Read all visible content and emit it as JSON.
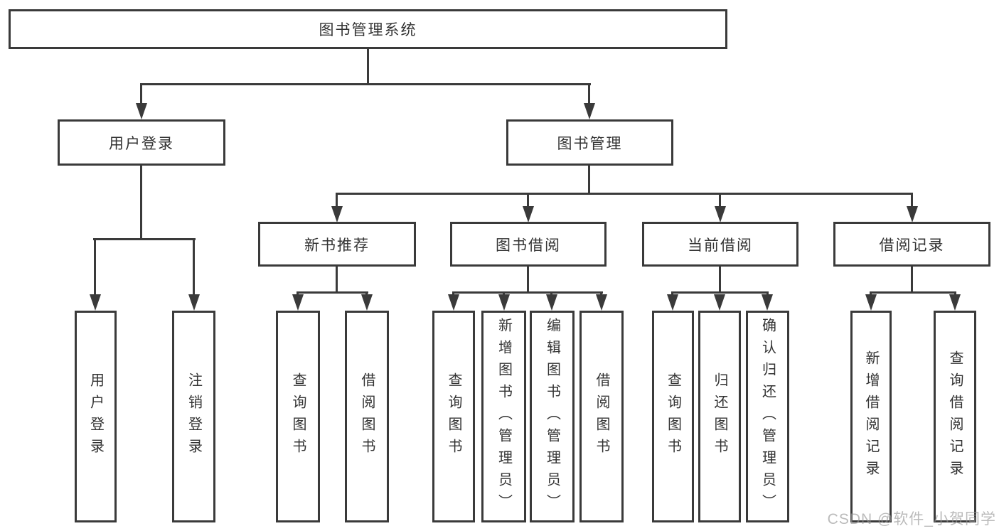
{
  "diagram": {
    "root": {
      "label": "图书管理系统"
    },
    "level2": [
      {
        "label": "用户登录"
      },
      {
        "label": "图书管理"
      }
    ],
    "level3": [
      {
        "label": "新书推荐"
      },
      {
        "label": "图书借阅"
      },
      {
        "label": "当前借阅"
      },
      {
        "label": "借阅记录"
      }
    ],
    "leaves": [
      {
        "label": "用户登录"
      },
      {
        "label": "注销登录"
      },
      {
        "label": "查询图书"
      },
      {
        "label": "借阅图书"
      },
      {
        "label": "查询图书"
      },
      {
        "label": "新增图书（管理员）"
      },
      {
        "label": "编辑图书（管理员）"
      },
      {
        "label": "借阅图书"
      },
      {
        "label": "查询图书"
      },
      {
        "label": "归还图书"
      },
      {
        "label": "确认归还（管理员）"
      },
      {
        "label": "新增借阅记录"
      },
      {
        "label": "查询借阅记录"
      }
    ],
    "watermark": "CSDN @软件_小贺同学",
    "colors": {
      "line": "#3a3a3a",
      "text": "#333333",
      "watermark": "#969696",
      "background": "#ffffff"
    }
  }
}
